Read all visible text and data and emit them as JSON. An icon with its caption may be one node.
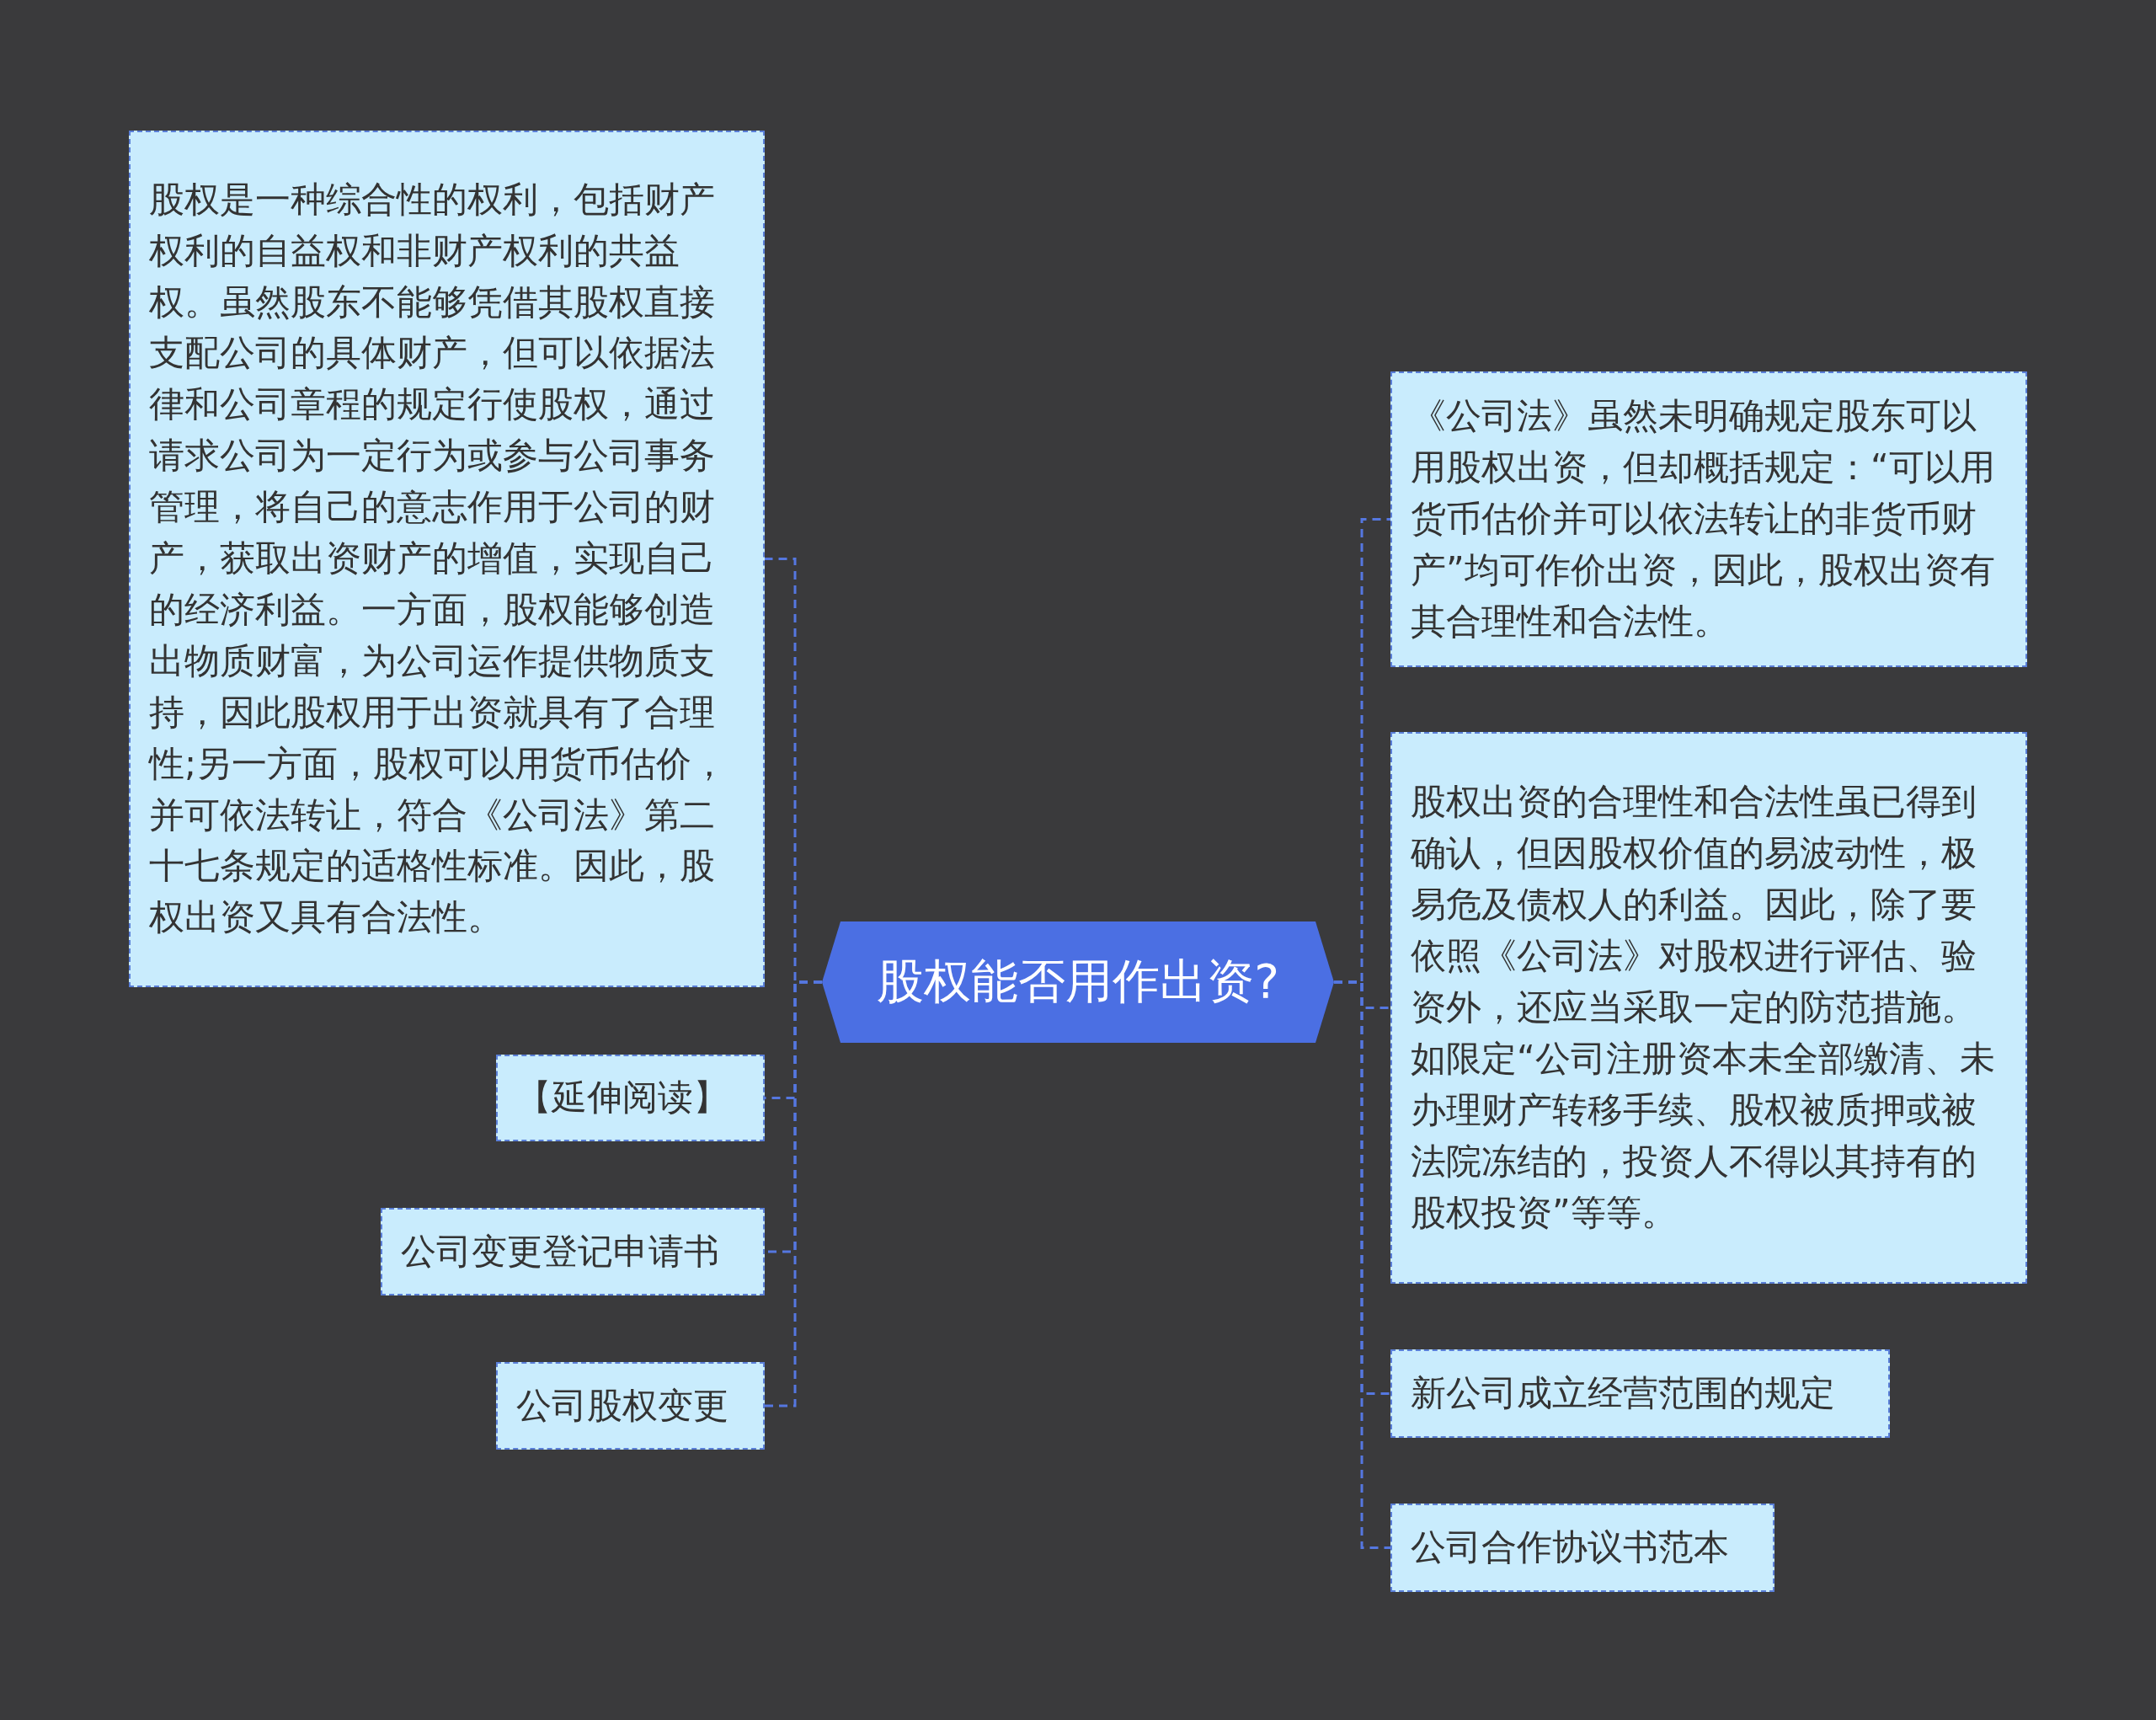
{
  "diagram": {
    "nodes": [
      {
        "text": [
          "股权能否用作出资?"
        ]
      },
      {
        "text": [
          "股权是一种综合性的权利，包括财产权利的自益权和非财产权利的共益权。虽然股东不能够凭借其股权直接支配公司的具体财产，但可以依据法律和公司章程的规定行使股权，通过请求公司为一定行为或参与公司事务管理，将自己的意志作用于公司的财产，获取出资财产的增值，实现自己的经济利益。一方面，股权能够创造出物质财富，为公司运作提供物质支持，因此股权用于出资就具有了合理性;另一方面，股权可以用货币估价，并可依法转让，符合《公司法》第二十七条规定的适格性标准。因此，股权出资又具有合法性。"
        ]
      },
      {
        "text": [
          "【延伸阅读】"
        ]
      },
      {
        "text": [
          "公司变更登记申请书"
        ]
      },
      {
        "text": [
          "公司股权变更"
        ]
      },
      {
        "text": [
          "《公司法》虽然未明确规定股东可以用股权出资，但却概括规定：“可以用货币估价并可以依法转让的非货币财产”均可作价出资，因此，股权出资有其合理性和合法性。"
        ]
      },
      {
        "text": [
          "股权出资的合理性和合法性虽已得到确认，但因股权价值的易波动性，极易危及债权人的利益。因此，除了要依照《公司法》对股权进行评估、验资外，还应当采取一定的防范措施。如限定“公司注册资本未全部缴清、未办理财产转移手续、股权被质押或被法院冻结的，投资人不得以其持有的股权投资”等等。"
        ]
      },
      {
        "text": [
          "新公司成立经营范围的规定"
        ]
      },
      {
        "text": [
          "公司合作协议书范本"
        ]
      }
    ],
    "edges": [
      {
        "from": 0,
        "to": 1,
        "arrow": "none",
        "style": "dashed"
      },
      {
        "from": 0,
        "to": 2,
        "arrow": "none",
        "style": "dashed"
      },
      {
        "from": 0,
        "to": 3,
        "arrow": "none",
        "style": "dashed"
      },
      {
        "from": 0,
        "to": 4,
        "arrow": "none",
        "style": "dashed"
      },
      {
        "from": 0,
        "to": 5,
        "arrow": "none",
        "style": "dashed"
      },
      {
        "from": 0,
        "to": 6,
        "arrow": "none",
        "style": "dashed"
      },
      {
        "from": 0,
        "to": 7,
        "arrow": "none",
        "style": "dashed"
      },
      {
        "from": 0,
        "to": 8,
        "arrow": "none",
        "style": "dashed"
      }
    ]
  }
}
